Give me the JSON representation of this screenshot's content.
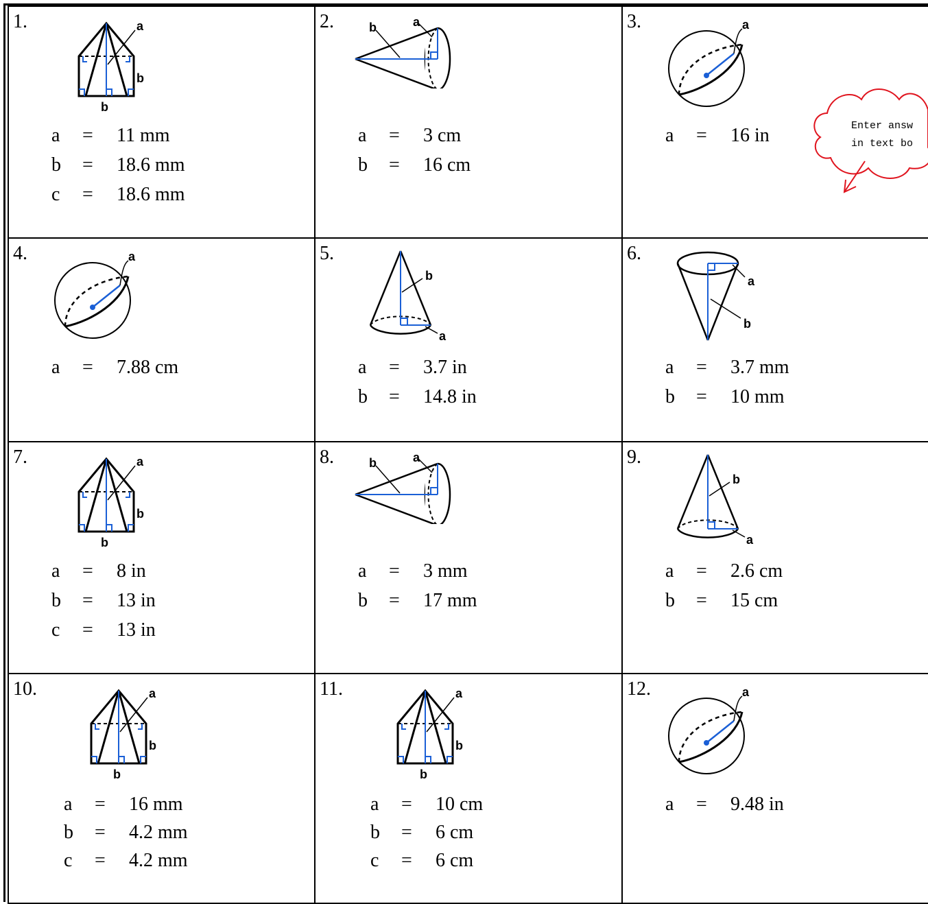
{
  "problems": [
    {
      "number": "1.",
      "shape": "pyramid",
      "labels": [
        "a",
        "b",
        "b"
      ],
      "values": [
        {
          "var": "a",
          "eq": "=",
          "val": "11 mm"
        },
        {
          "var": "b",
          "eq": "=",
          "val": "18.6 mm"
        },
        {
          "var": "c",
          "eq": "=",
          "val": "18.6 mm"
        }
      ]
    },
    {
      "number": "2.",
      "shape": "cone-side",
      "labels": [
        "a",
        "b"
      ],
      "values": [
        {
          "var": "a",
          "eq": "=",
          "val": "3 cm"
        },
        {
          "var": "b",
          "eq": "=",
          "val": "16 cm"
        }
      ]
    },
    {
      "number": "3.",
      "shape": "sphere",
      "labels": [
        "a"
      ],
      "values": [
        {
          "var": "a",
          "eq": "=",
          "val": "16 in"
        }
      ]
    },
    {
      "number": "4.",
      "shape": "sphere",
      "labels": [
        "a"
      ],
      "values": [
        {
          "var": "a",
          "eq": "=",
          "val": "7.88 cm"
        }
      ]
    },
    {
      "number": "5.",
      "shape": "cone-upright",
      "labels": [
        "b",
        "a"
      ],
      "values": [
        {
          "var": "a",
          "eq": "=",
          "val": "3.7 in"
        },
        {
          "var": "b",
          "eq": "=",
          "val": "14.8 in"
        }
      ]
    },
    {
      "number": "6.",
      "shape": "cone-inverted",
      "labels": [
        "a",
        "b"
      ],
      "values": [
        {
          "var": "a",
          "eq": "=",
          "val": "3.7 mm"
        },
        {
          "var": "b",
          "eq": "=",
          "val": "10 mm"
        }
      ]
    },
    {
      "number": "7.",
      "shape": "pyramid",
      "labels": [
        "a",
        "b",
        "b"
      ],
      "values": [
        {
          "var": "a",
          "eq": "=",
          "val": "8 in"
        },
        {
          "var": "b",
          "eq": "=",
          "val": "13 in"
        },
        {
          "var": "c",
          "eq": "=",
          "val": "13 in"
        }
      ]
    },
    {
      "number": "8.",
      "shape": "cone-side",
      "labels": [
        "a",
        "b"
      ],
      "values": [
        {
          "var": "a",
          "eq": "=",
          "val": "3 mm"
        },
        {
          "var": "b",
          "eq": "=",
          "val": "17 mm"
        }
      ]
    },
    {
      "number": "9.",
      "shape": "cone-upright",
      "labels": [
        "b",
        "a"
      ],
      "values": [
        {
          "var": "a",
          "eq": "=",
          "val": "2.6 cm"
        },
        {
          "var": "b",
          "eq": "=",
          "val": "15 cm"
        }
      ]
    },
    {
      "number": "10.",
      "shape": "pyramid",
      "labels": [
        "a",
        "b",
        "b"
      ],
      "values": [
        {
          "var": "a",
          "eq": "=",
          "val": "16 mm"
        },
        {
          "var": "b",
          "eq": "=",
          "val": "4.2 mm"
        },
        {
          "var": "c",
          "eq": "=",
          "val": "4.2 mm"
        }
      ]
    },
    {
      "number": "11.",
      "shape": "pyramid",
      "labels": [
        "a",
        "b",
        "b"
      ],
      "values": [
        {
          "var": "a",
          "eq": "=",
          "val": "10 cm"
        },
        {
          "var": "b",
          "eq": "=",
          "val": "6 cm"
        },
        {
          "var": "c",
          "eq": "=",
          "val": "6 cm"
        }
      ]
    },
    {
      "number": "12.",
      "shape": "sphere",
      "labels": [
        "a"
      ],
      "values": [
        {
          "var": "a",
          "eq": "=",
          "val": "9.48 in"
        }
      ]
    }
  ],
  "hint": {
    "line1": "Enter answ",
    "line2": "in text bo"
  },
  "colors": {
    "line": "#000000",
    "measure": "#1a5fd6",
    "hint": "#e0141e"
  }
}
